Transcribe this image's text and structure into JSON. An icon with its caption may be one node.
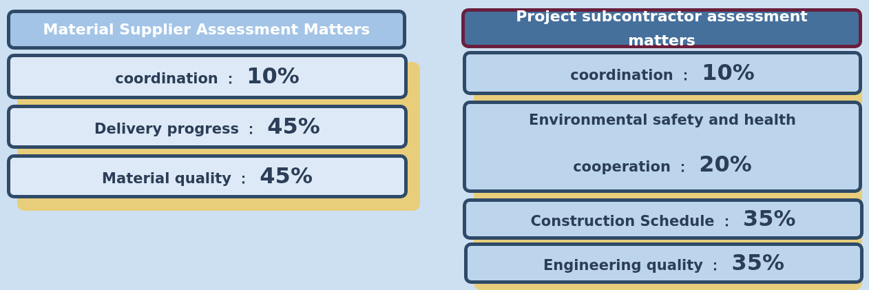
{
  "diagram": {
    "nodes": [
      {
        "text": [
          "Material Supplier Assessment Matters"
        ]
      },
      {
        "text": [
          "coordination ：",
          "10%"
        ]
      },
      {
        "text": [
          "Delivery progress ：",
          "45%"
        ]
      },
      {
        "text": [
          "Material quality ：",
          "45%"
        ]
      },
      {
        "text": [
          "Project subcontractor assessment matters"
        ]
      },
      {
        "text": [
          "coordination ：",
          "10%"
        ]
      },
      {
        "text": [
          "Environmental safety and health cooperation ：",
          "20%"
        ]
      },
      {
        "text": [
          "Construction Schedule ：",
          "35%"
        ]
      },
      {
        "text": [
          "Engineering quality ：",
          "35%"
        ]
      }
    ]
  }
}
